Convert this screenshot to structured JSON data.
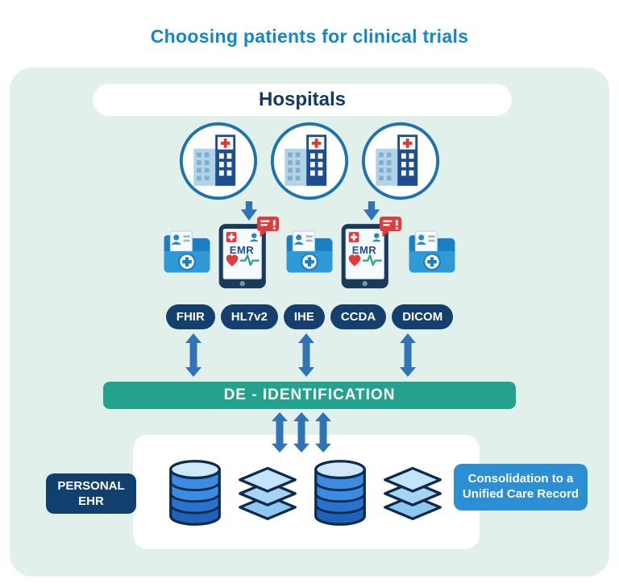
{
  "title": "Choosing patients for clinical trials",
  "hospitals": {
    "label": "Hospitals"
  },
  "records": {
    "emr_label": "EMR"
  },
  "standards": [
    "FHIR",
    "HL7v2",
    "IHE",
    "CCDA",
    "DICOM"
  ],
  "deidentification": {
    "label": "DE - IDENTIFICATION"
  },
  "storage": {
    "personal_ehr_label": "PERSONAL\nEHR",
    "consolidation_label": "Consolidation to a Unified Care Record"
  },
  "colors": {
    "title_blue": "#1287c9",
    "navy": "#15406e",
    "teal": "#25a28d",
    "panel_bg": "#e2f0eb",
    "arrow_blue": "#2e74b6",
    "alert_red": "#e03c3c"
  }
}
